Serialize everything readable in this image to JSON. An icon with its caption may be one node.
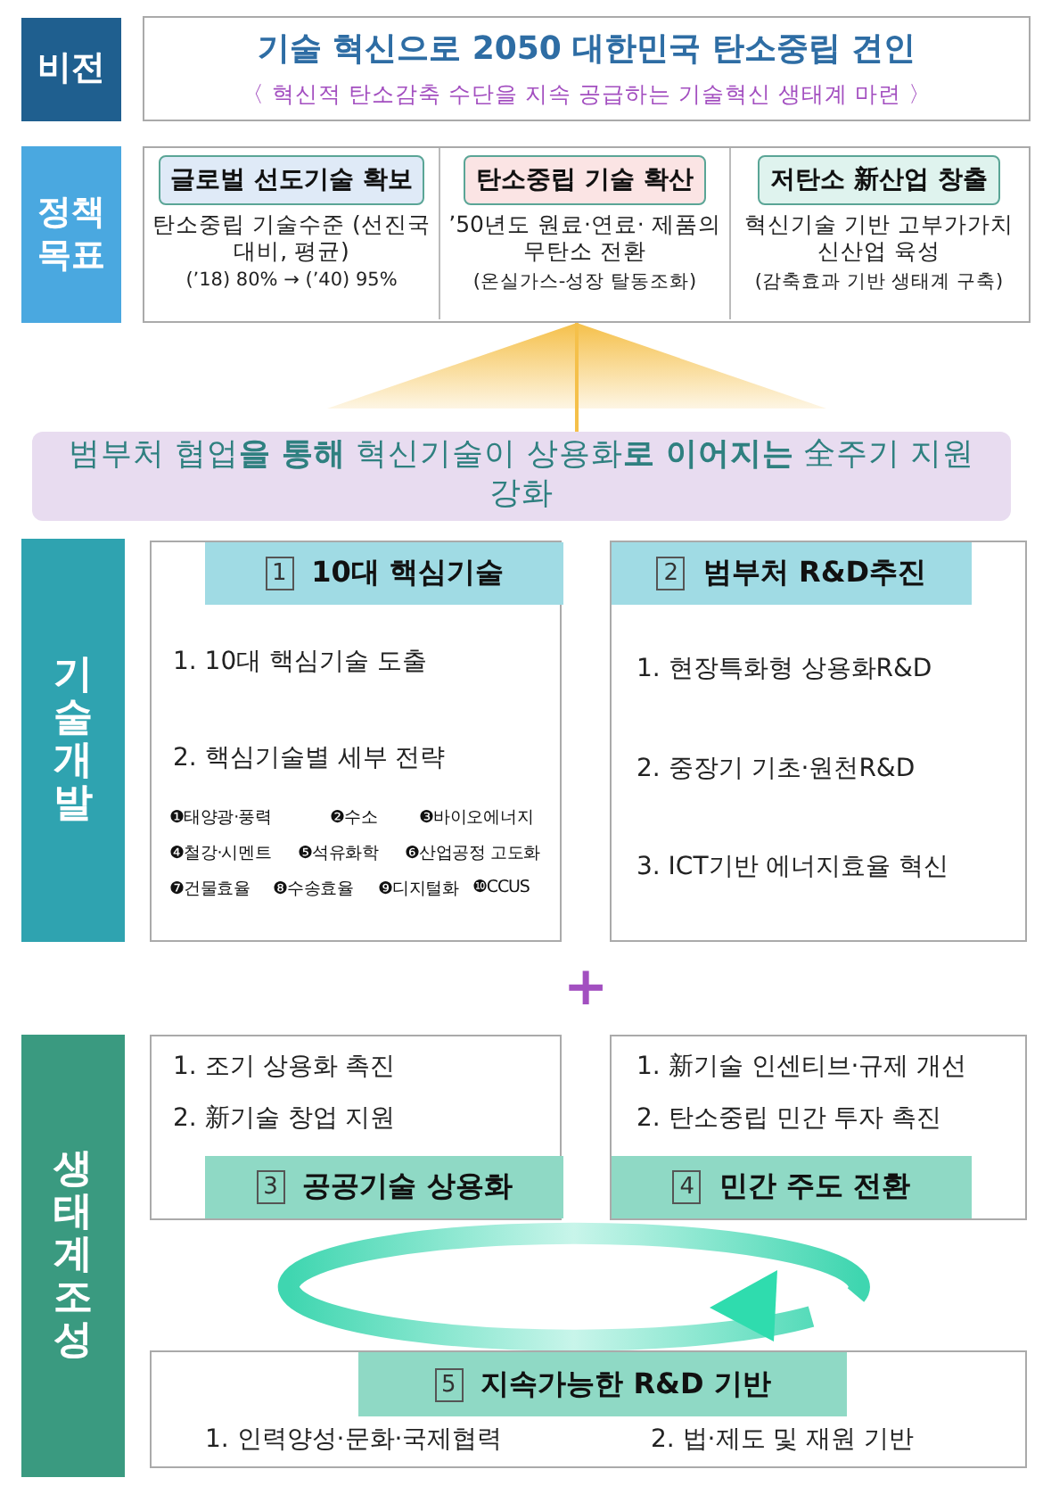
{
  "diagram": {
    "nodes": [
      {
        "text": [
          "비전"
        ]
      },
      {
        "text": [
          "기술 혁신**으로** 2050 대한민국 탄소중립 **견인**",
          "〈 혁신적 탄소감축 수단을 지속 공급하는 기술혁신 생태계 마련 〉"
        ]
      },
      {
        "text": [
          "정책 목표"
        ]
      },
      {
        "text": [],
        "shape": "box"
      },
      {
        "text": [
          "글로벌 선도기술 확보",
          "탄소중립 기술수준 (선진국 대비, 평균)",
          "(’18) 80% → (’40) 95%"
        ],
        "in": 3
      },
      {
        "text": [
          "탄소중립 기술 확산",
          "’50년도 원료·연료· 제품의 무탄소 전환",
          "(온실가스-성장 탈동조화)"
        ],
        "in": 3
      },
      {
        "text": [
          "저탄소 新산업 창출",
          "혁신기술 기반 고부가가치 신산업 육성",
          "(감축효과 기반 생태계 구축)"
        ],
        "in": 3
      },
      {
        "text": [
          "범부처 협업**을 통해** 혁신기술이 상용화**로 이어지는** 全주기 지원 강화"
        ]
      },
      {
        "text": [
          "기술개발"
        ]
      },
      {
        "text": [
          "1",
          "10대 핵심기술",
          "1. 10대 핵심기술 도출",
          "2. 핵심기술별 세부 전략",
          "❶태양광·풍력",
          "❷수소",
          "❸바이오에너지",
          "❹철강·시멘트",
          "❺석유화학",
          "❻산업공정 고도화",
          "❼건물효율",
          "❽수송효율",
          "❾디지털화",
          "❿CCUS"
        ]
      },
      {
        "text": [
          "2",
          "범부처 R&D추진",
          "1. 현장특화형 상용화R&D",
          "2. 중장기 기초·원천R&D",
          "3. ICT기반 에너지효율 혁신"
        ]
      },
      {
        "text": [
          "생태계 조성"
        ]
      },
      {
        "text": [
          "1. 조기 상용화 촉진",
          "2. 新기술 창업 지원",
          "3",
          "공공기술 상용화"
        ]
      },
      {
        "text": [
          "1. 新기술 인센티브·규제 개선",
          "2. 탄소중립 민간 투자 촉진",
          "4",
          "민간 주도 전환"
        ]
      },
      {
        "text": [
          "5",
          "지속가능한 R&D 기반",
          "1. 인력양성·문화·국제협력",
          "2. 법·제도 및 재원 기반"
        ]
      }
    ],
    "edges": [
      {
        "from": 7,
        "to": 3,
        "arrow": "to",
        "color": "#f5c04a"
      }
    ],
    "labels": [
      "+"
    ]
  }
}
